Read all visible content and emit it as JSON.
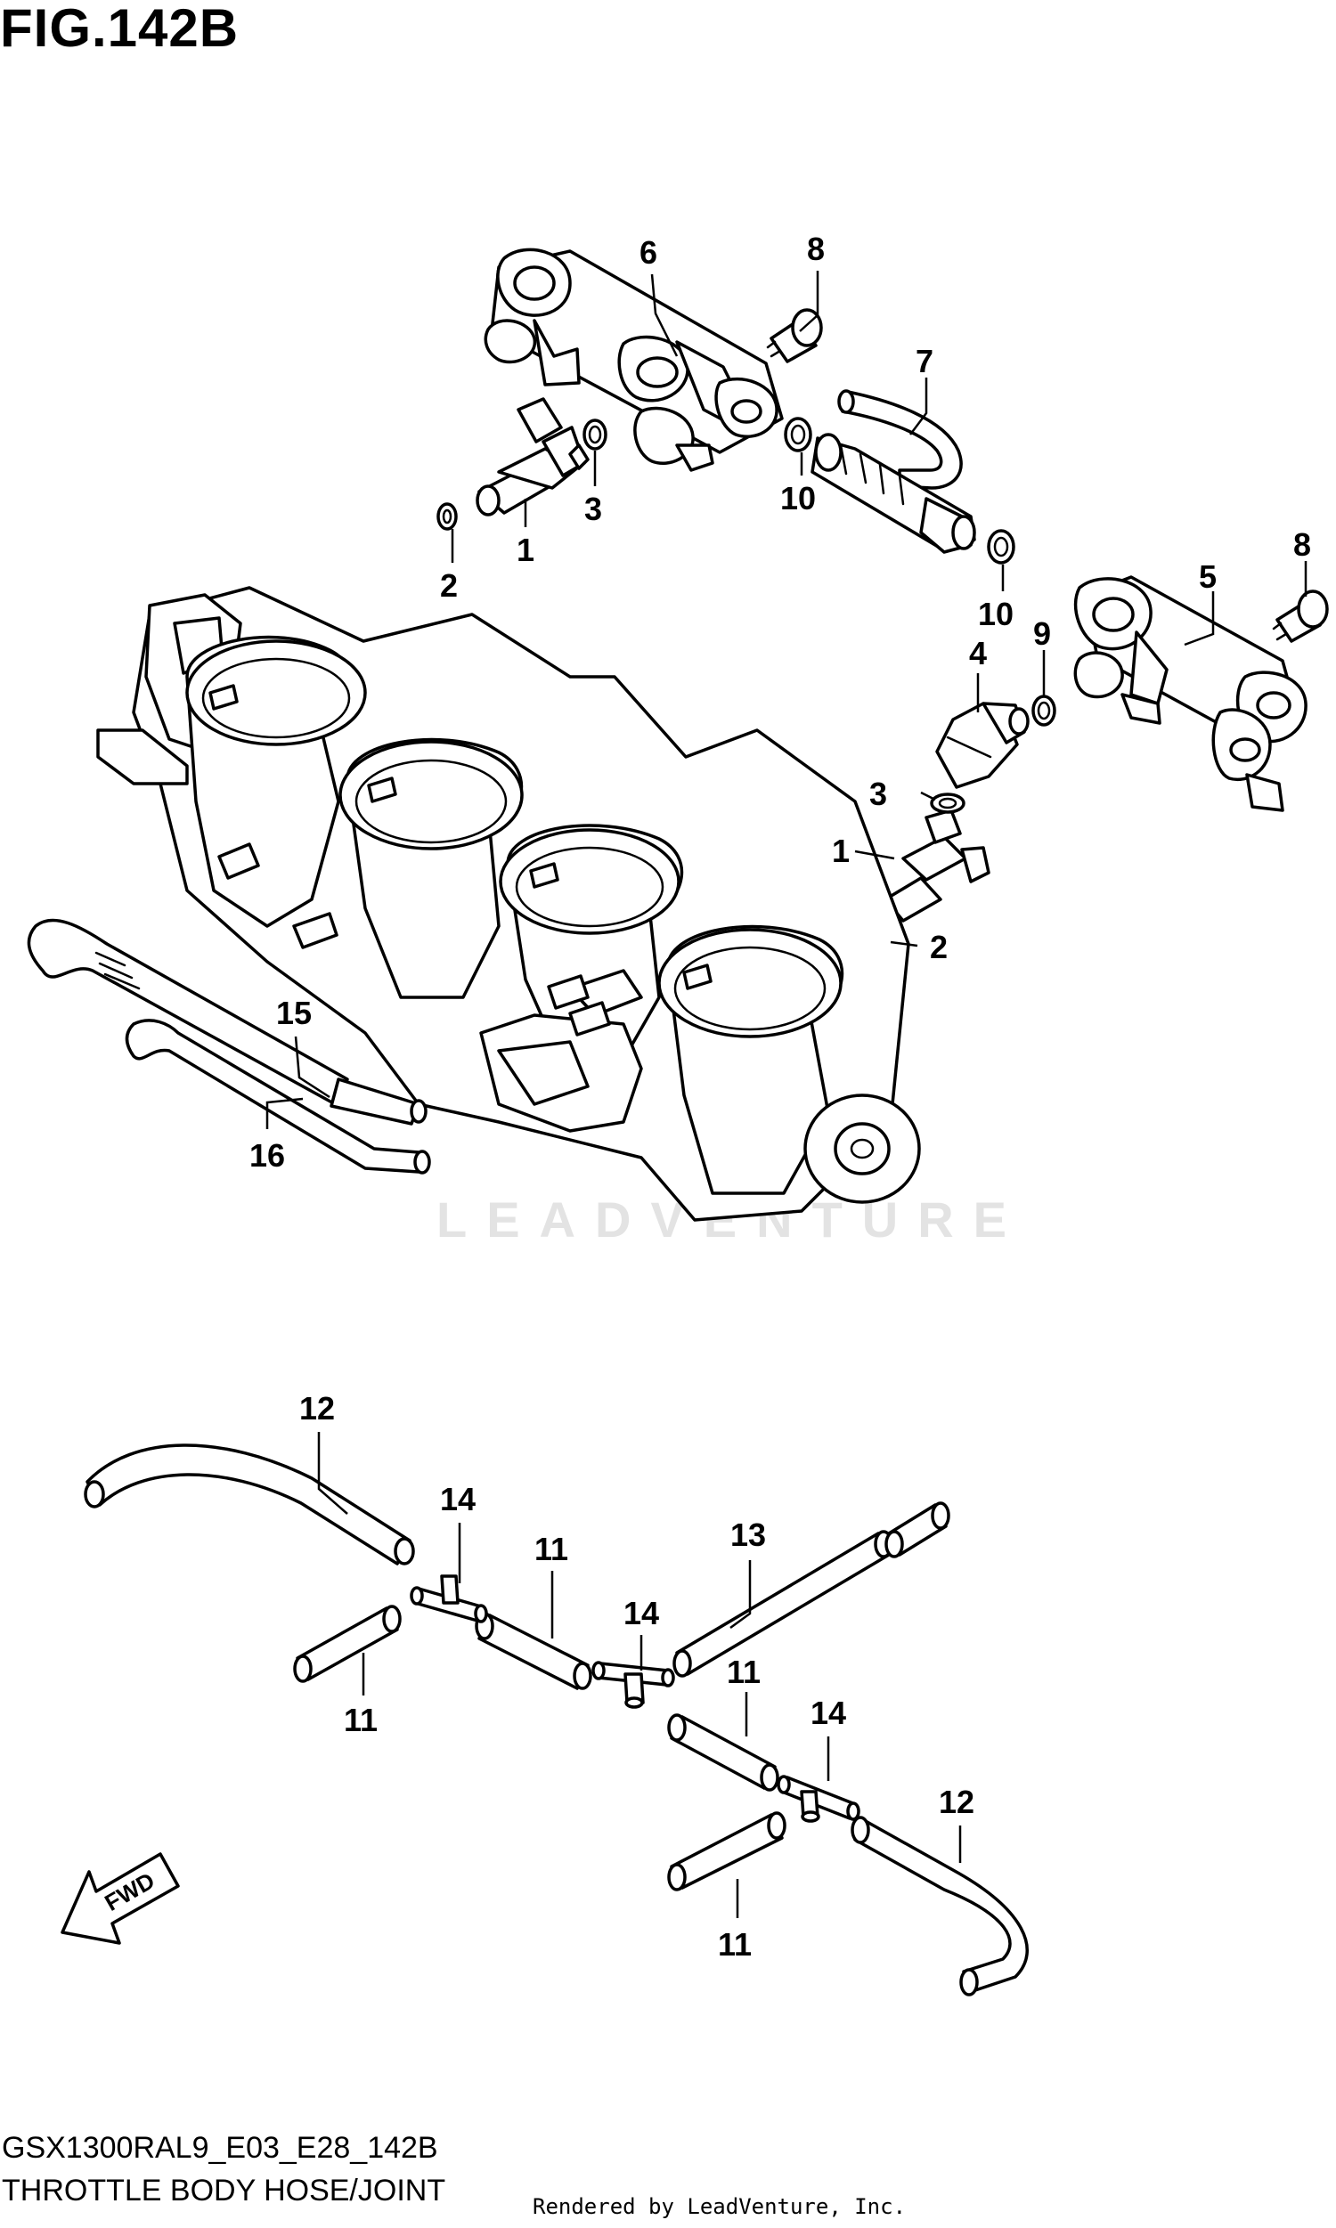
{
  "figure": {
    "title": "FIG.142B"
  },
  "watermark": "LEADVENTURE",
  "footer": {
    "model_code": "GSX1300RAL9_E03_E28_142B",
    "section_name": "THROTTLE BODY HOSE/JOINT",
    "credit": "Rendered by LeadVenture, Inc."
  },
  "direction_arrow": {
    "label": "FWD",
    "icon": "fwd-arrow-icon"
  },
  "callouts": [
    "1",
    "1",
    "2",
    "2",
    "3",
    "3",
    "4",
    "5",
    "6",
    "7",
    "8",
    "8",
    "9",
    "10",
    "10",
    "11",
    "11",
    "11",
    "11",
    "12",
    "12",
    "13",
    "14",
    "14",
    "14",
    "15",
    "16"
  ]
}
